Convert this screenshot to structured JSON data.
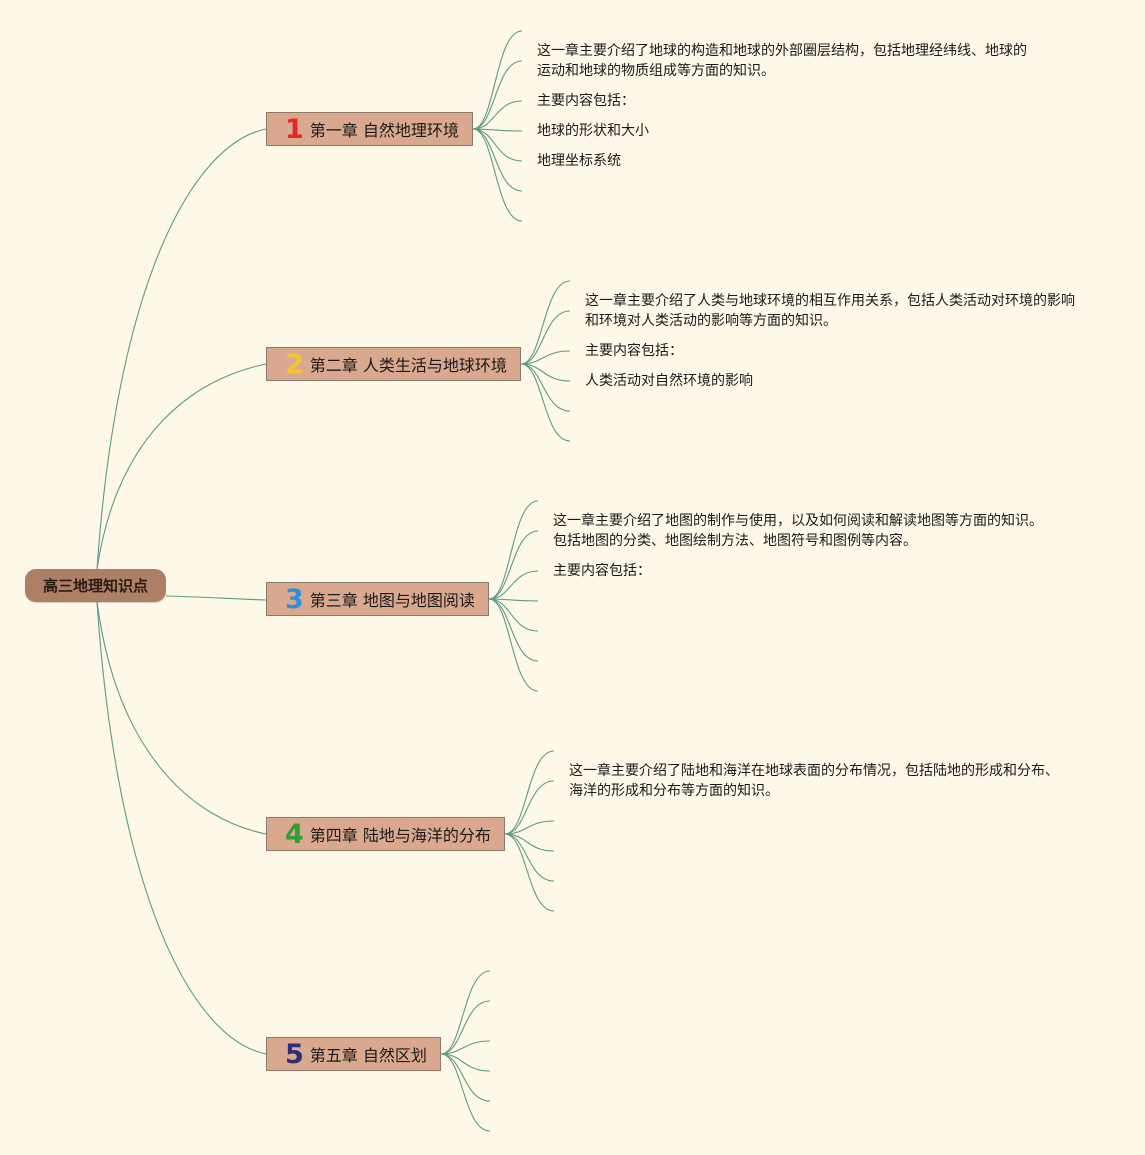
{
  "root": {
    "label": "高三地理知识点"
  },
  "chapters": [
    {
      "number": "1",
      "number_color": "#e02a2a",
      "title": "第一章 自然地理环境",
      "notes": [
        "这一章主要介绍了地球的构造和地球的外部圈层结构，包括地理经纬线、地球的",
        "运动和地球的物质组成等方面的知识。",
        "主要内容包括：",
        "地球的形状和大小",
        "地理坐标系统"
      ]
    },
    {
      "number": "2",
      "number_color": "#f2c531",
      "title": "第二章 人类生活与地球环境",
      "notes": [
        "这一章主要介绍了人类与地球环境的相互作用关系，包括人类活动对环境的影响",
        "和环境对人类活动的影响等方面的知识。",
        "主要内容包括：",
        "人类活动对自然环境的影响"
      ]
    },
    {
      "number": "3",
      "number_color": "#2f8fd8",
      "title": "第三章 地图与地图阅读",
      "notes": [
        "这一章主要介绍了地图的制作与使用，以及如何阅读和解读地图等方面的知识。",
        "包括地图的分类、地图绘制方法、地图符号和图例等内容。",
        "主要内容包括："
      ]
    },
    {
      "number": "4",
      "number_color": "#2f9e34",
      "title": "第四章 陆地与海洋的分布",
      "notes": [
        "这一章主要介绍了陆地和海洋在地球表面的分布情况，包括陆地的形成和分布、",
        "海洋的形成和分布等方面的知识。"
      ]
    },
    {
      "number": "5",
      "number_color": "#2a2d7a",
      "title": "第五章 自然区划",
      "notes": []
    }
  ],
  "link_color": "#5c9b86"
}
